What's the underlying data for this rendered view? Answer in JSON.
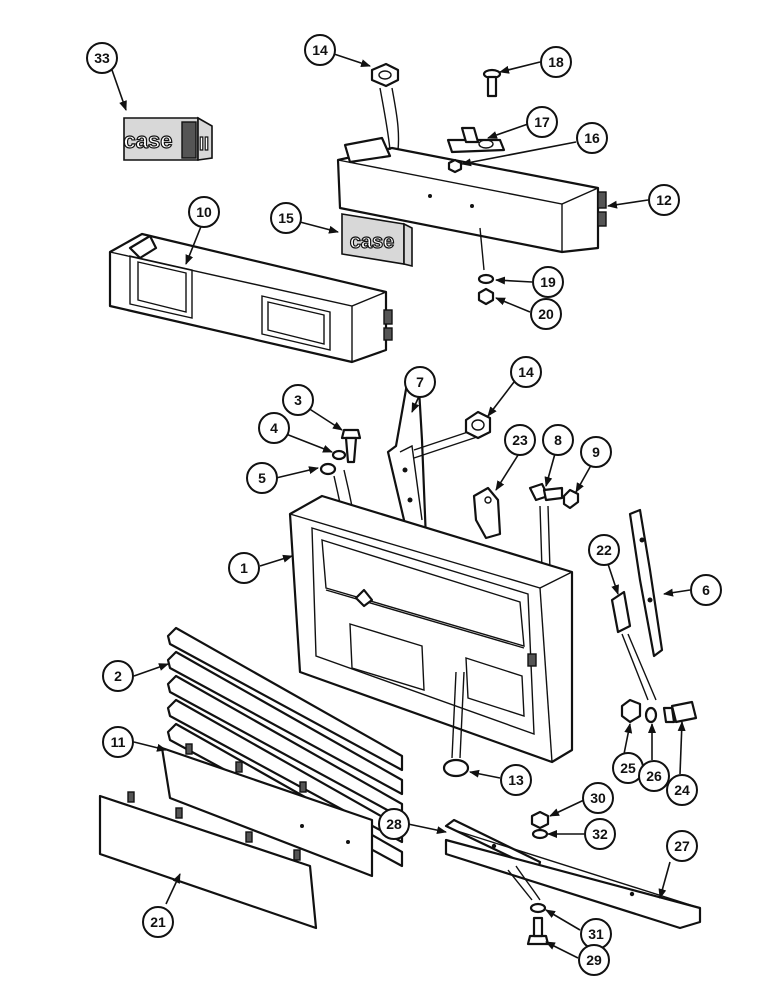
{
  "callouts": {
    "c1": "1",
    "c2": "2",
    "c3": "3",
    "c4": "4",
    "c5": "5",
    "c6": "6",
    "c7": "7",
    "c8": "8",
    "c9": "9",
    "c10": "10",
    "c11": "11",
    "c12": "12",
    "c13": "13",
    "c14a": "14",
    "c14b": "14",
    "c15": "15",
    "c16": "16",
    "c17": "17",
    "c18": "18",
    "c19": "19",
    "c20": "20",
    "c21": "21",
    "c22": "22",
    "c23": "23",
    "c24": "24",
    "c25": "25",
    "c26": "26",
    "c27": "27",
    "c28": "28",
    "c29": "29",
    "c30": "30",
    "c31": "31",
    "c32": "32",
    "c33": "33"
  },
  "logos": {
    "emblem_large": "case",
    "emblem_large_suffix": "II",
    "emblem_small": "case"
  }
}
